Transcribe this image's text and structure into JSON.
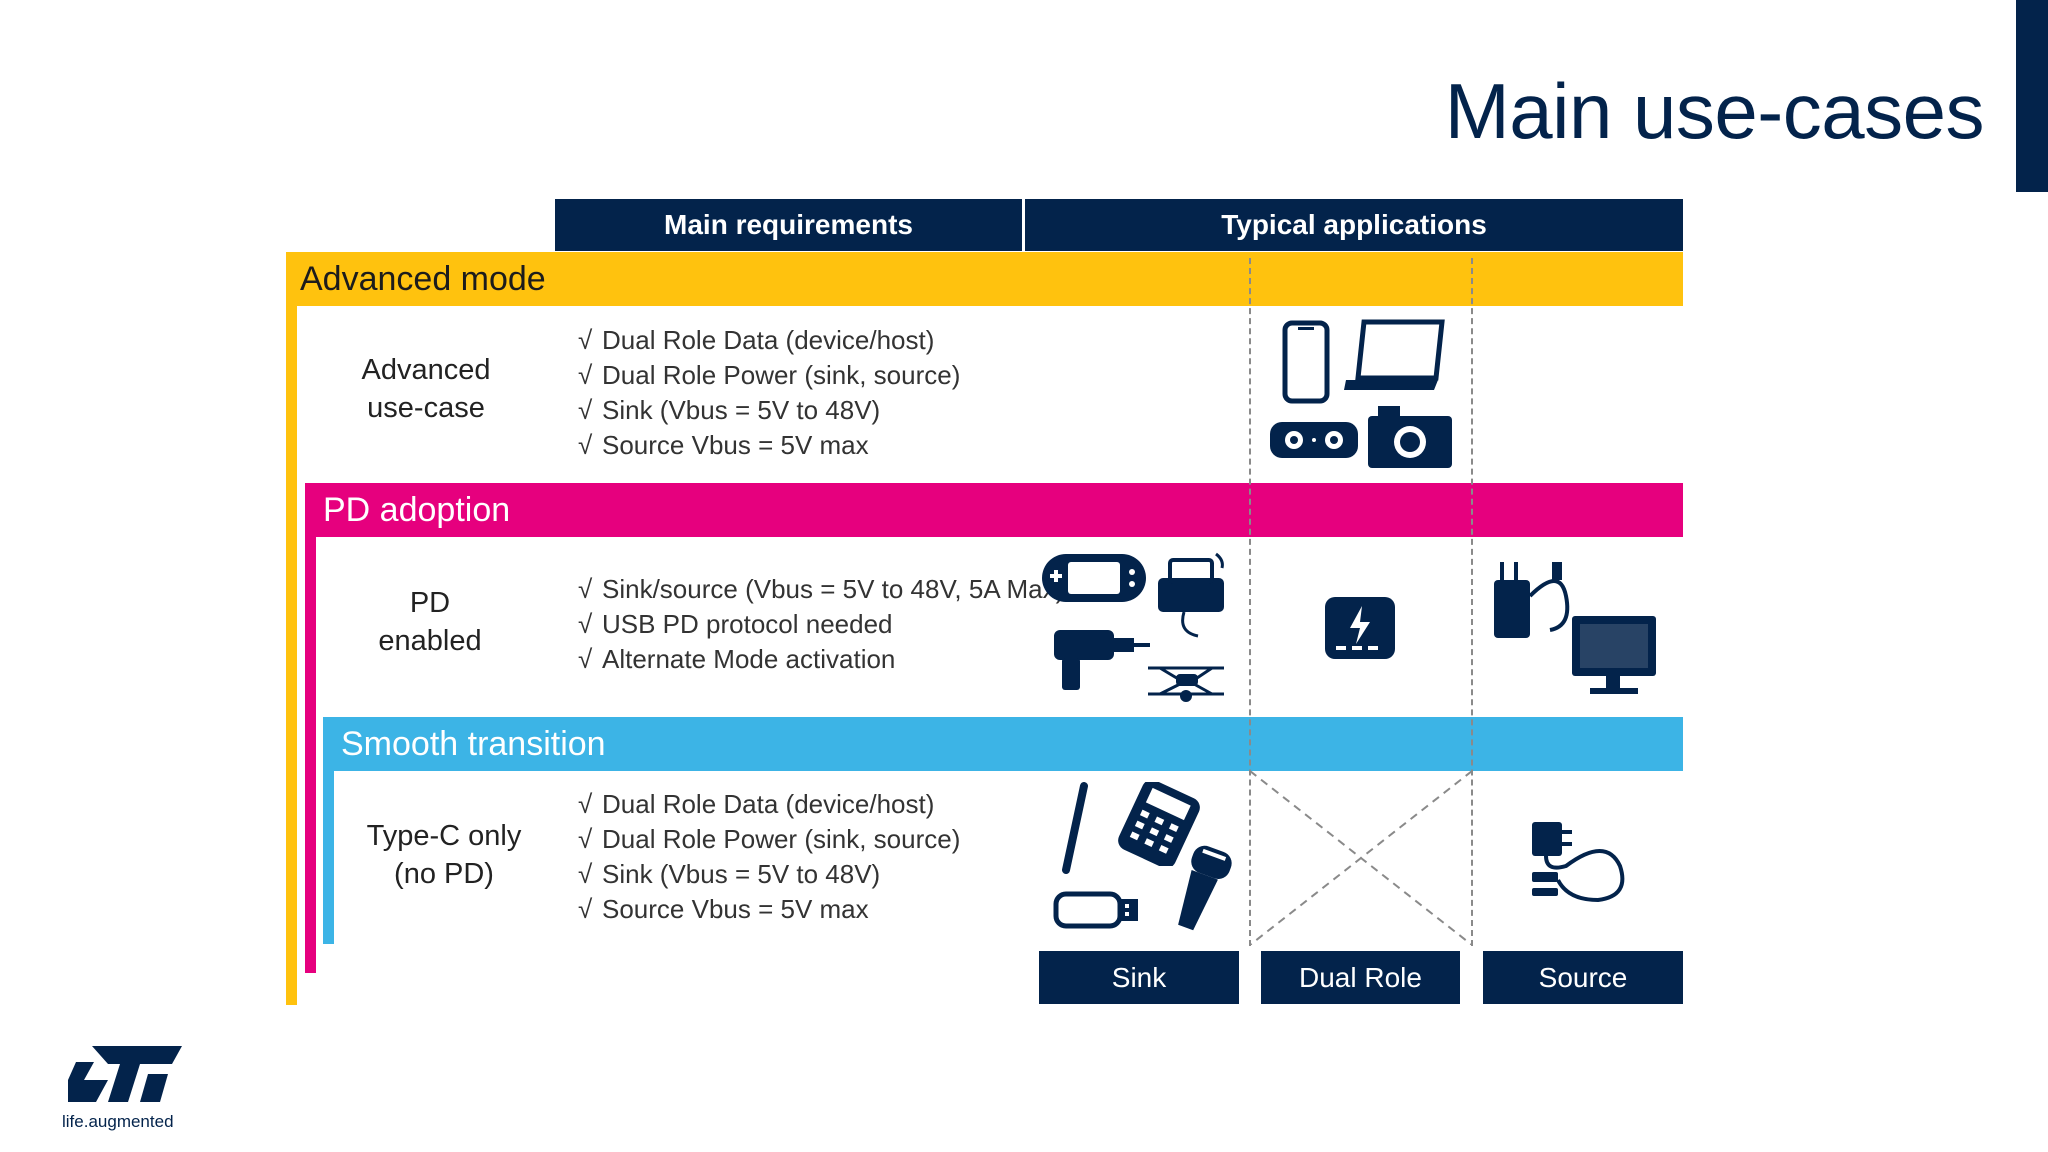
{
  "slide": {
    "title": "Main use-cases"
  },
  "table": {
    "headers": {
      "requirements": "Main requirements",
      "applications": "Typical applications"
    },
    "colors": {
      "navy": "#03234b",
      "advanced": "#ffc20e",
      "pd": "#e6007e",
      "smooth": "#3cb4e6"
    },
    "sections": [
      {
        "band_title": "Advanced mode",
        "row_label_line1": "Advanced",
        "row_label_line2": "use-case",
        "requirements": [
          "Dual Role Data (device/host)",
          "Dual Role Power (sink, source)",
          "Sink (Vbus = 5V to 48V)",
          "Source Vbus = 5V max"
        ],
        "icons": [
          "smartphone-icon",
          "laptop-icon",
          "speaker-icon",
          "camera-icon"
        ]
      },
      {
        "band_title": "PD adoption",
        "row_label_line1": "PD",
        "row_label_line2": "enabled",
        "requirements": [
          "Sink/source (Vbus = 5V to 48V, 5A Max)",
          "USB PD protocol needed",
          "Alternate Mode activation"
        ],
        "icons": [
          "game-console-icon",
          "router-icon",
          "drill-icon",
          "drone-icon",
          "power-bank-icon",
          "power-adapter-icon",
          "monitor-icon"
        ]
      },
      {
        "band_title": "Smooth transition",
        "row_label_line1": "Type-C only",
        "row_label_line2": "(no PD)",
        "requirements": [
          "Dual Role Data (device/host)",
          "Dual Role Power (sink, source)",
          "Sink (Vbus = 5V to 48V)",
          "Source Vbus = 5V max"
        ],
        "icons": [
          "e-cigarette-icon",
          "payment-terminal-icon",
          "usb-stick-icon",
          "shaver-icon",
          "charger-icon"
        ]
      }
    ],
    "check_mark": "√",
    "footer": {
      "sink": "Sink",
      "dual_role": "Dual Role",
      "source": "Source"
    }
  },
  "logo": {
    "tagline": "life.augmented",
    "icon": "st-logo-icon"
  }
}
